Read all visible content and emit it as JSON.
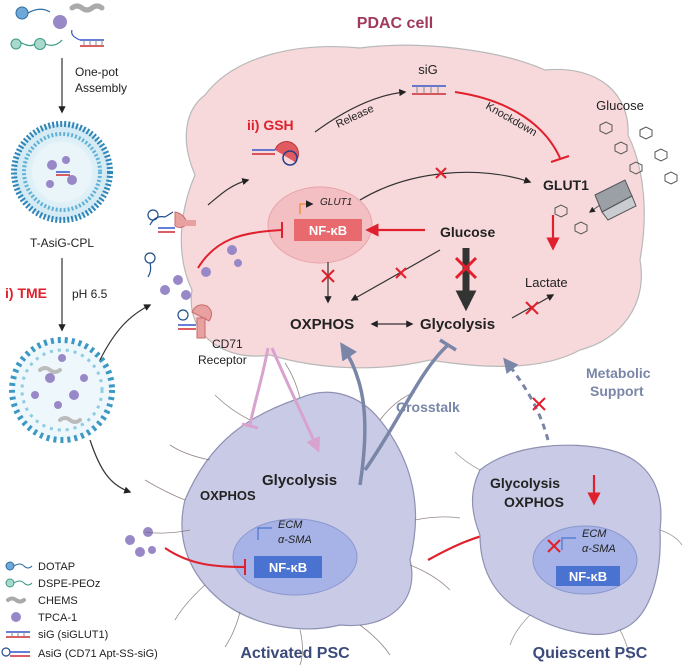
{
  "title": "PDAC cell",
  "left": {
    "one_pot_line1": "One-pot",
    "one_pot_line2": "Assembly",
    "nanoparticle": "T-AsiG-CPL",
    "tme": "i) TME",
    "ph": "pH 6.5"
  },
  "pdac": {
    "gsh": "ii) GSH",
    "release": "Release",
    "sig": "siG",
    "knockdown": "Knockdown",
    "glucose_outside": "Glucose",
    "glut1": "GLUT1",
    "glut1_gene": "GLUT1",
    "nfkb": "NF-κB",
    "glucose": "Glucose",
    "lactate": "Lactate",
    "oxphos": "OXPHOS",
    "glycolysis": "Glycolysis",
    "receptor_line1": "CD71",
    "receptor_line2": "Receptor"
  },
  "crosstalk": "Crosstalk",
  "metabolic_line1": "Metabolic",
  "metabolic_line2": "Support",
  "activated": {
    "glycolysis": "Glycolysis",
    "oxphos": "OXPHOS",
    "ecm": "ECM",
    "sma": "α-SMA",
    "nfkb": "NF-κB",
    "label": "Activated PSC"
  },
  "quiescent": {
    "glycolysis": "Glycolysis",
    "oxphos": "OXPHOS",
    "ecm": "ECM",
    "sma": "α-SMA",
    "nfkb": "NF-κB",
    "label": "Quiescent PSC"
  },
  "legend": [
    {
      "icon": "dotap-icon",
      "label": "DOTAP"
    },
    {
      "icon": "dspe-peoz-icon",
      "label": "DSPE-PEOz"
    },
    {
      "icon": "chems-icon",
      "label": "CHEMS"
    },
    {
      "icon": "tpca-icon",
      "label": "TPCA-1"
    },
    {
      "icon": "sig-icon",
      "label": "siG (siGLUT1)"
    },
    {
      "icon": "asig-icon",
      "label": "AsiG (CD71 Apt-SS-siG)"
    }
  ],
  "colors": {
    "pdac_fill": "#f7d9dc",
    "psc_fill": "#c9cbe6",
    "inhibit_red": "#e0202c",
    "nfkb_pink": "#e86a6e",
    "nfkb_blue": "#4a73d1",
    "title_color": "#a03a5a",
    "crosstalk_color": "#7a86a8"
  }
}
